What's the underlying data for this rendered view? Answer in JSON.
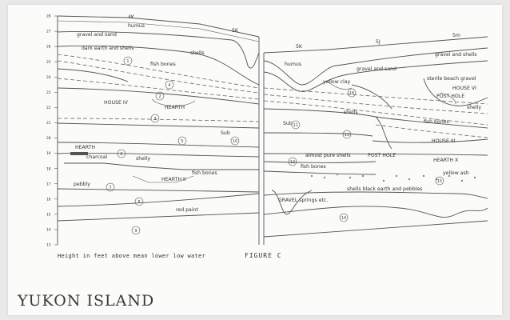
{
  "axis": {
    "ticks": [
      "28",
      "27",
      "26",
      "25",
      "24",
      "23",
      "22",
      "21",
      "20",
      "19",
      "18",
      "17",
      "16",
      "15",
      "14",
      "13"
    ],
    "caption": "Height in feet above mean lower low water"
  },
  "figure_label": "FIGURE C",
  "title": "YUKON ISLAND",
  "stations": {
    "a": "4K",
    "b": "5K",
    "c": "5K",
    "d": "5J",
    "e": "5m"
  },
  "labels": {
    "humus_left": "humus",
    "gravel_sand_left": "gravel and sand",
    "dark_earth_shells": "dark earth and shells",
    "shells_a": "shells",
    "fish_bones_left": "fish bones",
    "house_iv": "HOUSE IV",
    "hearth_a": "HEARTH",
    "shelly_left": "shelly",
    "charcoal": "charcoal",
    "hearth_b": "HEARTH",
    "pebbly": "pebbly",
    "fish_bones_mid": "fish bones",
    "hearth_c": "HEARTH II",
    "red_paint": "red paint",
    "humus_right": "humus",
    "gravel_sand_right": "gravel and sand",
    "gravel_shells": "gravel and shells",
    "sterile_beach_gravel": "sterile beach gravel",
    "yellow_clay": "yellow clay",
    "house_vi": "HOUSE VI",
    "post_hole_a": "POST HOLE",
    "shelly_right": "shelly",
    "fish_bones_right": "fish bones",
    "shells_b": "shells",
    "house_iii": "HOUSE III",
    "almost_pure_shells": "almost pure shells",
    "post_hole_b": "POST HOLE",
    "hearth_x": "HEARTH X",
    "fish_bones_low": "fish bones",
    "yellow_ash": "yellow ash",
    "gravel_springs": "GRAVEL springs etc.",
    "shells_black_earth": "shells black earth and pebbles",
    "sub_a": "Sub",
    "sub_b": "Sub"
  },
  "circles": [
    "1",
    "2",
    "3",
    "4",
    "5",
    "6",
    "7",
    "8",
    "9",
    "10",
    "11",
    "12",
    "13",
    "14",
    "15",
    "16"
  ]
}
